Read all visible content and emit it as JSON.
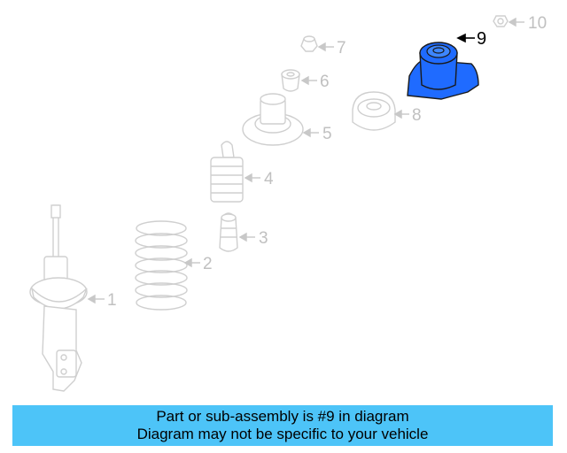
{
  "parts": [
    {
      "number": "1",
      "name": "strut",
      "highlighted": false
    },
    {
      "number": "2",
      "name": "coil-spring",
      "highlighted": false
    },
    {
      "number": "3",
      "name": "bump-stop",
      "highlighted": false
    },
    {
      "number": "4",
      "name": "dust-boot",
      "highlighted": false
    },
    {
      "number": "5",
      "name": "spring-seat",
      "highlighted": false
    },
    {
      "number": "6",
      "name": "bushing",
      "highlighted": false
    },
    {
      "number": "7",
      "name": "nut",
      "highlighted": false
    },
    {
      "number": "8",
      "name": "strut-mount",
      "highlighted": false
    },
    {
      "number": "9",
      "name": "upper-mount",
      "highlighted": true
    },
    {
      "number": "10",
      "name": "small-nut",
      "highlighted": false
    }
  ],
  "banner": {
    "line1": "Part or sub-assembly is #9 in diagram",
    "line2": "Diagram may not be specific to your vehicle"
  },
  "colors": {
    "highlight": "#1f6bff",
    "banner": "#4dc4f8",
    "faded": "#cfcfcf"
  }
}
